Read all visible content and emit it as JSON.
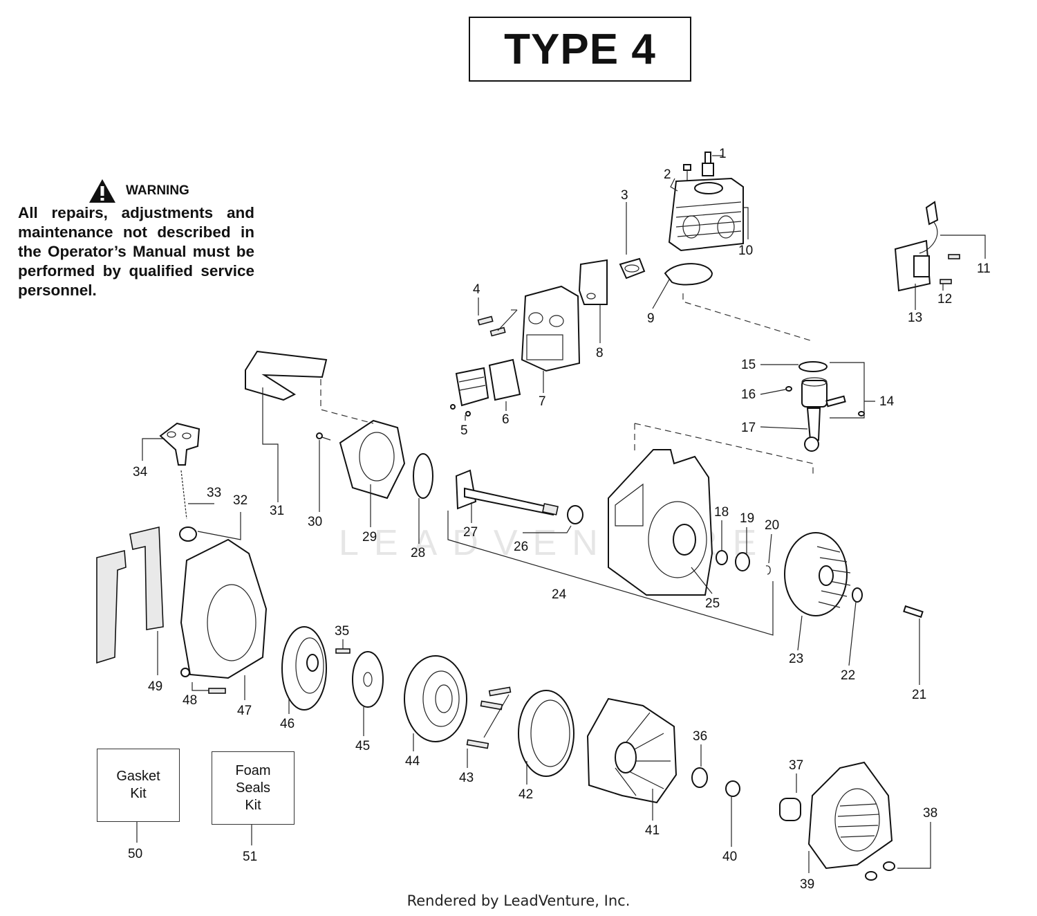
{
  "title": "TYPE 4",
  "warning": {
    "label": "WARNING",
    "text": "All repairs, adjustments and maintenance not described in the Operator’s Manual must be performed by qualified service personnel."
  },
  "kits": [
    {
      "text": "Gasket\nKit",
      "number": "50"
    },
    {
      "text": "Foam\nSeals\nKit",
      "number": "51"
    }
  ],
  "callouts": [
    "1",
    "2",
    "3",
    "4",
    "5",
    "6",
    "7",
    "8",
    "9",
    "10",
    "11",
    "12",
    "13",
    "14",
    "15",
    "16",
    "17",
    "18",
    "19",
    "20",
    "21",
    "22",
    "23",
    "24",
    "25",
    "26",
    "27",
    "28",
    "29",
    "30",
    "31",
    "32",
    "33",
    "34",
    "35",
    "36",
    "37",
    "38",
    "39",
    "40",
    "41",
    "42",
    "43",
    "44",
    "45",
    "46",
    "47",
    "48",
    "49"
  ],
  "watermark": "LEADVENTURE",
  "footer": "Rendered by LeadVenture, Inc."
}
